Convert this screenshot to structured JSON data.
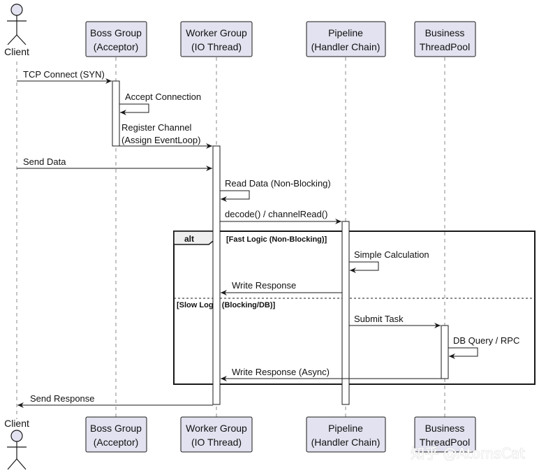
{
  "participants": {
    "client": {
      "label": "Client"
    },
    "boss": {
      "line1": "Boss Group",
      "line2": "(Acceptor)"
    },
    "worker": {
      "line1": "Worker Group",
      "line2": "(IO Thread)"
    },
    "pipeline": {
      "line1": "Pipeline",
      "line2": "(Handler Chain)"
    },
    "business": {
      "line1": "Business",
      "line2": "ThreadPool"
    }
  },
  "messages": {
    "tcp_connect": "TCP Connect (SYN)",
    "accept_connection": "Accept Connection",
    "register_line1": "Register Channel",
    "register_line2": "(Assign EventLoop)",
    "send_data": "Send Data",
    "read_data": "Read Data (Non-Blocking)",
    "decode": "decode() / channelRead()",
    "simple_calc": "Simple Calculation",
    "write_response": "Write Response",
    "submit_task": "Submit Task",
    "db_query": "DB Query / RPC",
    "write_response_async": "Write Response (Async)",
    "send_response": "Send Response"
  },
  "alt_frame": {
    "tag": "alt",
    "fast_condition": "[Fast Logic (Non-Blocking)]",
    "slow_condition": "[Slow Logic (Blocking/DB)]"
  },
  "watermark": "知乎 @AtomsCat",
  "colors": {
    "box_fill": "#e2e2f0",
    "box_stroke": "#181818",
    "line": "#181818",
    "lifeline": "#8a8a8a"
  }
}
